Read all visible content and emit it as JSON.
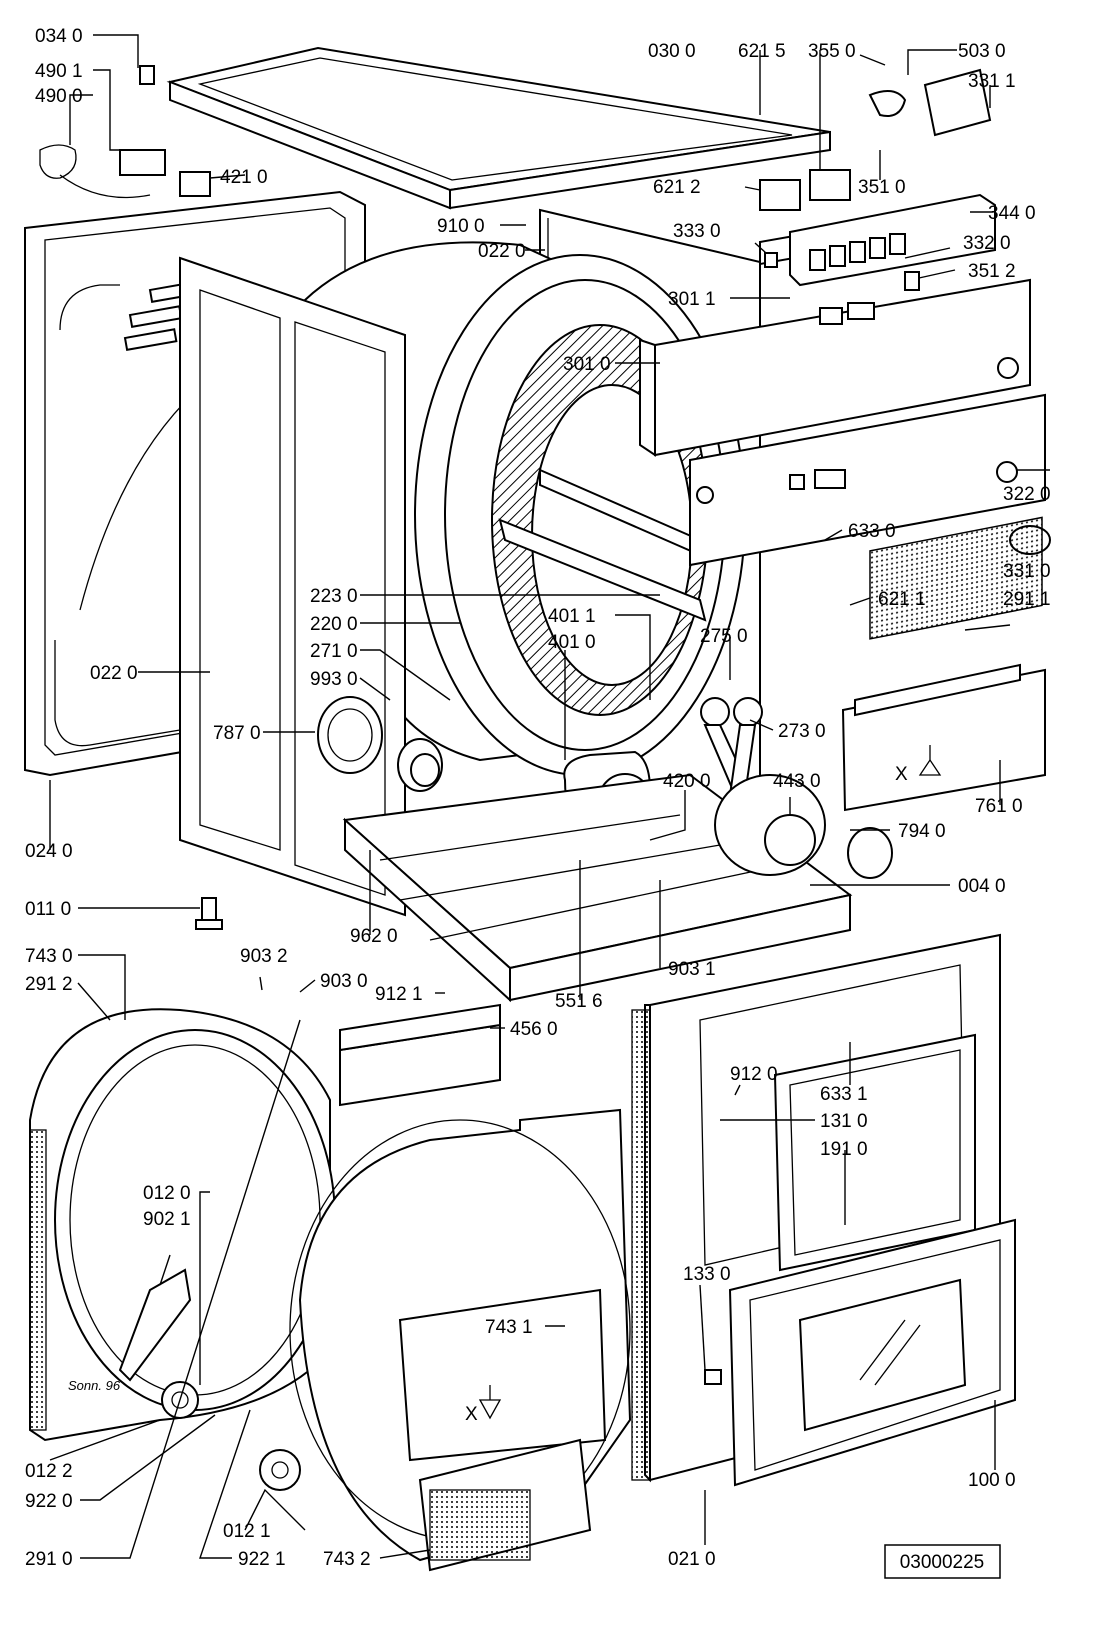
{
  "drawing_number": "03000225",
  "direction_marker": "X",
  "signature": "Sonn. 96",
  "callouts": [
    {
      "id": "034-0",
      "text": "034 0"
    },
    {
      "id": "490-1",
      "text": "490 1"
    },
    {
      "id": "490-0",
      "text": "490 0"
    },
    {
      "id": "421-0",
      "text": "421 0"
    },
    {
      "id": "030-0",
      "text": "030 0"
    },
    {
      "id": "621-5",
      "text": "621 5"
    },
    {
      "id": "355-0",
      "text": "355 0"
    },
    {
      "id": "503-0",
      "text": "503 0"
    },
    {
      "id": "331-1",
      "text": "331 1"
    },
    {
      "id": "351-0",
      "text": "351 0"
    },
    {
      "id": "621-2",
      "text": "621 2"
    },
    {
      "id": "344-0",
      "text": "344 0"
    },
    {
      "id": "910-0",
      "text": "910 0"
    },
    {
      "id": "022-0-top",
      "text": "022 0"
    },
    {
      "id": "333-0",
      "text": "333 0"
    },
    {
      "id": "332-0",
      "text": "332 0"
    },
    {
      "id": "351-2",
      "text": "351 2"
    },
    {
      "id": "301-1",
      "text": "301 1"
    },
    {
      "id": "301-0",
      "text": "301 0"
    },
    {
      "id": "322-0",
      "text": "322 0"
    },
    {
      "id": "633-0",
      "text": "633 0"
    },
    {
      "id": "331-0",
      "text": "331 0"
    },
    {
      "id": "621-1",
      "text": "621 1"
    },
    {
      "id": "291-1",
      "text": "291 1"
    },
    {
      "id": "223-0",
      "text": "223 0"
    },
    {
      "id": "220-0",
      "text": "220 0"
    },
    {
      "id": "271-0",
      "text": "271 0"
    },
    {
      "id": "993-0",
      "text": "993 0"
    },
    {
      "id": "401-1",
      "text": "401 1"
    },
    {
      "id": "401-0",
      "text": "401 0"
    },
    {
      "id": "275-0",
      "text": "275 0"
    },
    {
      "id": "273-0",
      "text": "273 0"
    },
    {
      "id": "022-0-side",
      "text": "022 0"
    },
    {
      "id": "787-0",
      "text": "787 0"
    },
    {
      "id": "761-0",
      "text": "761 0"
    },
    {
      "id": "420-0",
      "text": "420 0"
    },
    {
      "id": "443-0",
      "text": "443 0"
    },
    {
      "id": "794-0",
      "text": "794 0"
    },
    {
      "id": "024-0",
      "text": "024 0"
    },
    {
      "id": "004-0",
      "text": "004 0"
    },
    {
      "id": "011-0",
      "text": "011 0"
    },
    {
      "id": "962-0",
      "text": "962 0"
    },
    {
      "id": "903-1",
      "text": "903 1"
    },
    {
      "id": "743-0",
      "text": "743 0"
    },
    {
      "id": "903-2",
      "text": "903 2"
    },
    {
      "id": "903-0",
      "text": "903 0"
    },
    {
      "id": "291-2",
      "text": "291 2"
    },
    {
      "id": "912-1",
      "text": "912 1"
    },
    {
      "id": "551-6",
      "text": "551 6"
    },
    {
      "id": "456-0",
      "text": "456 0"
    },
    {
      "id": "912-0",
      "text": "912 0"
    },
    {
      "id": "633-1",
      "text": "633 1"
    },
    {
      "id": "131-0",
      "text": "131 0"
    },
    {
      "id": "191-0",
      "text": "191 0"
    },
    {
      "id": "012-0",
      "text": "012 0"
    },
    {
      "id": "902-1",
      "text": "902 1"
    },
    {
      "id": "133-0",
      "text": "133 0"
    },
    {
      "id": "743-1",
      "text": "743 1"
    },
    {
      "id": "012-2",
      "text": "012 2"
    },
    {
      "id": "922-0",
      "text": "922 0"
    },
    {
      "id": "012-1",
      "text": "012 1"
    },
    {
      "id": "291-0",
      "text": "291 0"
    },
    {
      "id": "922-1",
      "text": "922 1"
    },
    {
      "id": "743-2",
      "text": "743 2"
    },
    {
      "id": "021-0",
      "text": "021 0"
    },
    {
      "id": "100-0",
      "text": "100 0"
    }
  ]
}
